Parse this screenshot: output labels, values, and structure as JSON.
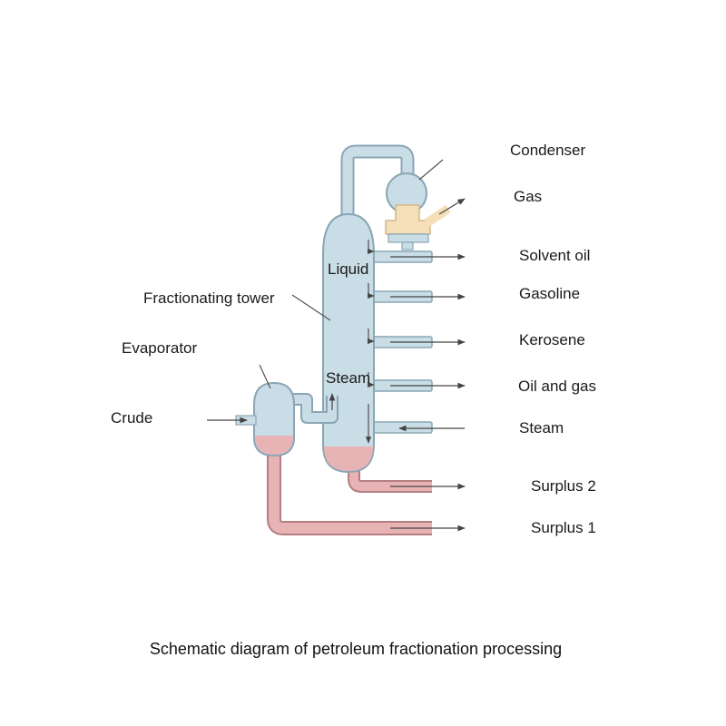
{
  "labels": {
    "condenser": "Condenser",
    "gas": "Gas",
    "solvent_oil": "Solvent oil",
    "liquid": "Liquid",
    "gasoline": "Gasoline",
    "fractionating_tower": "Fractionating tower",
    "evaporator": "Evaporator",
    "kerosene": "Kerosene",
    "steam_inside": "Steam",
    "oil_and_gas": "Oil and gas",
    "crude": "Crude",
    "steam_outside": "Steam",
    "surplus_2": "Surplus 2",
    "surplus_1": "Surplus 1"
  },
  "caption": "Schematic diagram of petroleum fractionation processing",
  "colors": {
    "vessel_fill": "#c9dde6",
    "vessel_stroke": "#8aa6b4",
    "residue_fill": "#e7b3b5",
    "residue_stroke": "#b47f82",
    "condensate_fill": "#f4dfb8",
    "arrow": "#444444"
  }
}
